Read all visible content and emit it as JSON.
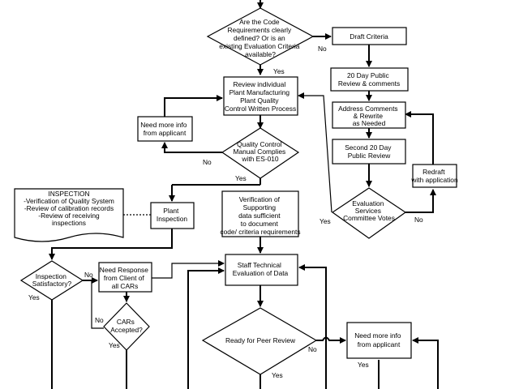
{
  "nodes": {
    "code_requirements": "Are the Code Requirements clearly defined? Or is an existing Evaluation Criteria available?",
    "draft_criteria": "Draft Criteria",
    "public_review_20": "20 Day Public Review & comments",
    "review_plant_process": "Review individual Plant Manufacturing Plant Quality Control Written Process",
    "address_comments": "Address Comments & Rewrite as Needed",
    "need_more_info_1": "Need more info from applicant",
    "second_public_review": "Second 20 Day Public Review",
    "qc_manual_complies": "Quality Control Manual Complies with ES-010",
    "redraft": "Redraft with application",
    "inspection_note": {
      "title": "INSPECTION",
      "lines": [
        "-Verification of Quality System",
        "-Review of calibration records",
        "-Review of receiving",
        "inspections"
      ]
    },
    "plant_inspection": "Plant Inspection",
    "verification_support": "Verification of Supporting data sufficient to document code/ criteria requirements",
    "committee_votes": "Evaluation Services Committee Votes",
    "inspection_satisfactory": "Inspection Satisfactory?",
    "need_response_cars": "Need Response from Client of all CARs",
    "staff_technical_eval": "Staff Technical Evaluation of Data",
    "cars_accepted": "CARs Accepted?",
    "ready_peer_review": "Ready for Peer Review",
    "need_more_info_2": "Need more info from applicant"
  },
  "edge_labels": {
    "code_no": "No",
    "code_yes": "Yes",
    "qc_no": "No",
    "qc_yes": "Yes",
    "votes_yes": "Yes",
    "votes_no": "No",
    "insp_no": "No",
    "insp_yes": "Yes",
    "cars_no": "No",
    "cars_yes": "Yes",
    "peer_no": "No",
    "peer_yes": "Yes",
    "info2_yes": "Yes"
  }
}
